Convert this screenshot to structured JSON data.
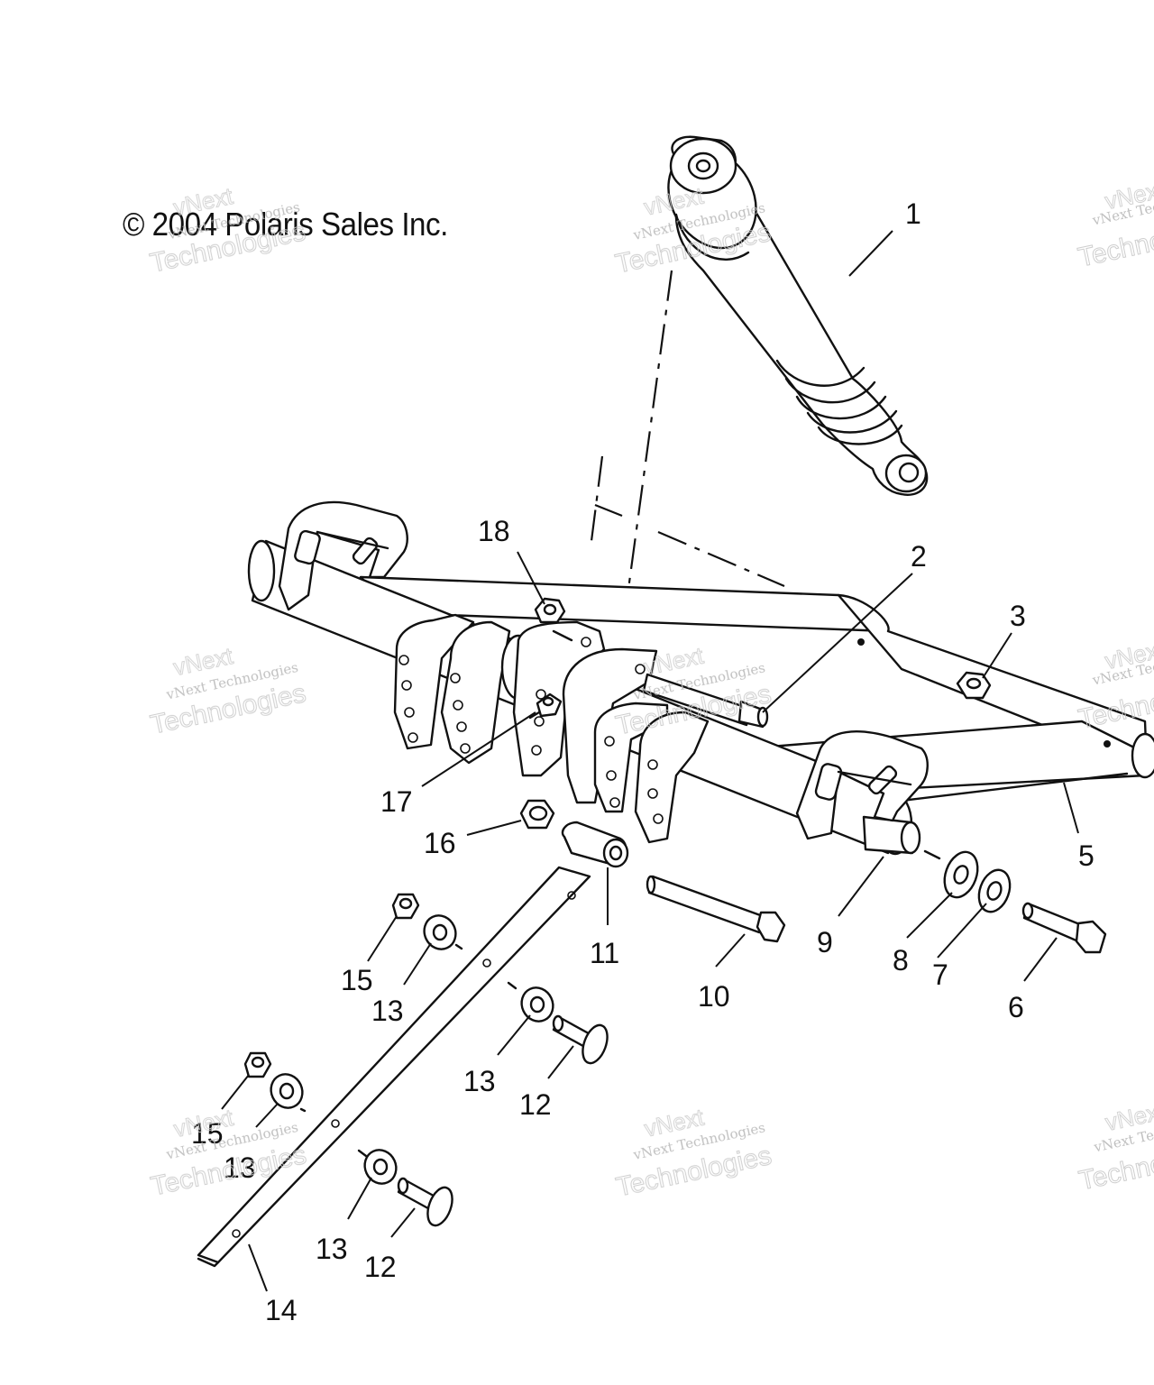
{
  "copyright": "© 2004 Polaris Sales Inc.",
  "watermark": {
    "small": "vNext Technologies",
    "top": "vNext",
    "large": "Technologies"
  },
  "callouts": [
    {
      "id": "1",
      "label": "1"
    },
    {
      "id": "2",
      "label": "2"
    },
    {
      "id": "3",
      "label": "3"
    },
    {
      "id": "5",
      "label": "5"
    },
    {
      "id": "6",
      "label": "6"
    },
    {
      "id": "7",
      "label": "7"
    },
    {
      "id": "8",
      "label": "8"
    },
    {
      "id": "9",
      "label": "9"
    },
    {
      "id": "10",
      "label": "10"
    },
    {
      "id": "11",
      "label": "11"
    },
    {
      "id": "12a",
      "label": "12"
    },
    {
      "id": "12b",
      "label": "12"
    },
    {
      "id": "13a",
      "label": "13"
    },
    {
      "id": "13b",
      "label": "13"
    },
    {
      "id": "13c",
      "label": "13"
    },
    {
      "id": "13d",
      "label": "13"
    },
    {
      "id": "14",
      "label": "14"
    },
    {
      "id": "15a",
      "label": "15"
    },
    {
      "id": "15b",
      "label": "15"
    },
    {
      "id": "16",
      "label": "16"
    },
    {
      "id": "17",
      "label": "17"
    },
    {
      "id": "18",
      "label": "18"
    }
  ]
}
